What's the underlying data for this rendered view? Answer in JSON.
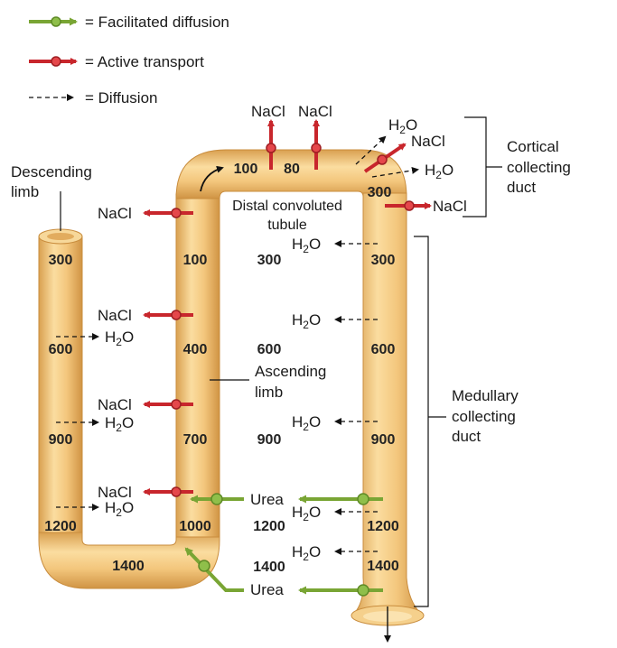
{
  "legend": {
    "facilitated": "= Facilitated diffusion",
    "active": "= Active transport",
    "diffusion": "= Diffusion"
  },
  "labels": {
    "descending_limb": [
      "Descending",
      "limb"
    ],
    "distal_tubule": [
      "Distal convoluted",
      "tubule"
    ],
    "ascending_limb": [
      "Ascending",
      "limb"
    ],
    "cortical_duct": [
      "Cortical",
      "collecting",
      "duct"
    ],
    "medullary_duct": [
      "Medullary",
      "collecting",
      "duct"
    ],
    "nacl": "NaCl",
    "h2o_h": "H",
    "h2o_sub": "2",
    "h2o_o": "O",
    "urea": "Urea"
  },
  "values": {
    "descending": [
      "300",
      "600",
      "900",
      "1200"
    ],
    "bottom": "1400",
    "ascending": [
      "100",
      "400",
      "700",
      "1000"
    ],
    "distal_top": [
      "100",
      "80"
    ],
    "interstitial": [
      "300",
      "600",
      "900",
      "1200",
      "1400"
    ],
    "collecting": [
      "300",
      "300",
      "600",
      "900",
      "1200",
      "1400"
    ]
  },
  "colors": {
    "tube_fill": "#f2c377",
    "tube_edge": "#d79f4c",
    "active": "#c8262c",
    "facilitated": "#79a534",
    "diffusion": "#111111"
  }
}
